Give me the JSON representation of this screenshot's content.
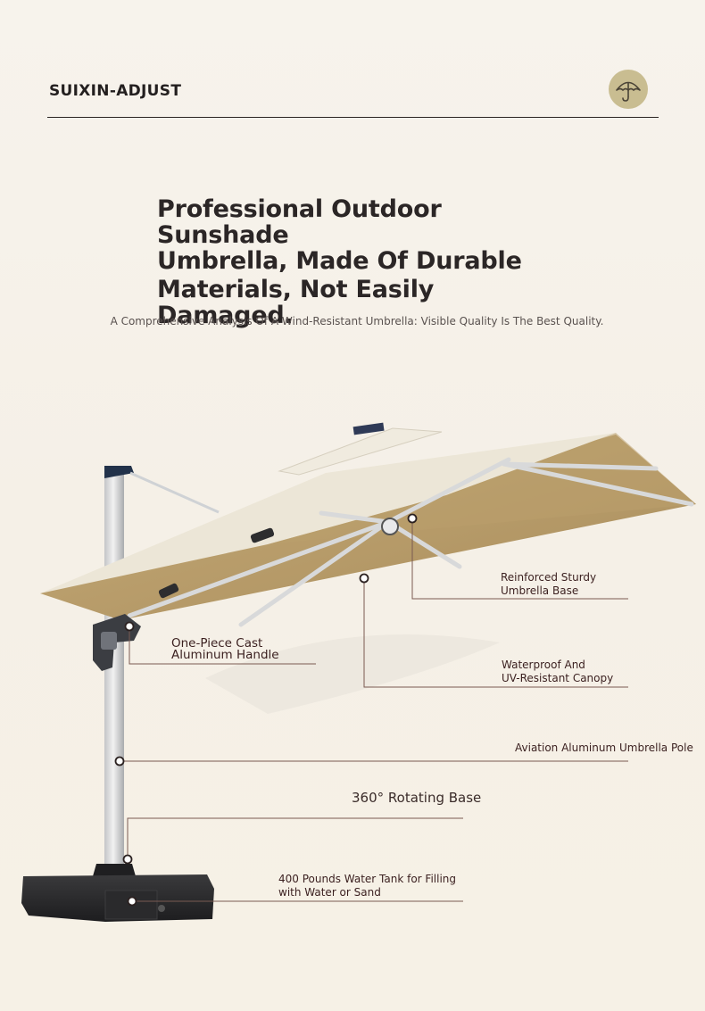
{
  "header": {
    "brand": "SUIXIN-ADJUST",
    "logo_icon": "umbrella-icon",
    "logo_bg_color": "#c9bd91"
  },
  "hero": {
    "headline_lines": [
      "Professional Outdoor Sunshade",
      "Umbrella, Made Of Durable",
      "Materials, Not Easily Damaged."
    ],
    "subtitle": "A Comprehensive Analysis Of A Wind-Resistant Umbrella: Visible Quality Is The Best Quality."
  },
  "callouts": {
    "handle": [
      "One-Piece Cast",
      "Aluminum Handle"
    ],
    "umbrella_base": [
      "Reinforced Sturdy",
      "Umbrella Base"
    ],
    "canopy": [
      "Waterproof And",
      "UV-Resistant Canopy"
    ],
    "pole": [
      "Aviation Aluminum Umbrella Pole"
    ],
    "rotating_base": [
      "360° Rotating Base"
    ],
    "water_tank": [
      "400 Pounds Water Tank for Filling",
      "with Water or Sand"
    ]
  },
  "colors": {
    "canopy_top": "#ece6d7",
    "canopy_under": "#b99e6c",
    "pole": "#d9dadb",
    "base": "#2c2c2e",
    "leader_line": "#7a5a52"
  }
}
